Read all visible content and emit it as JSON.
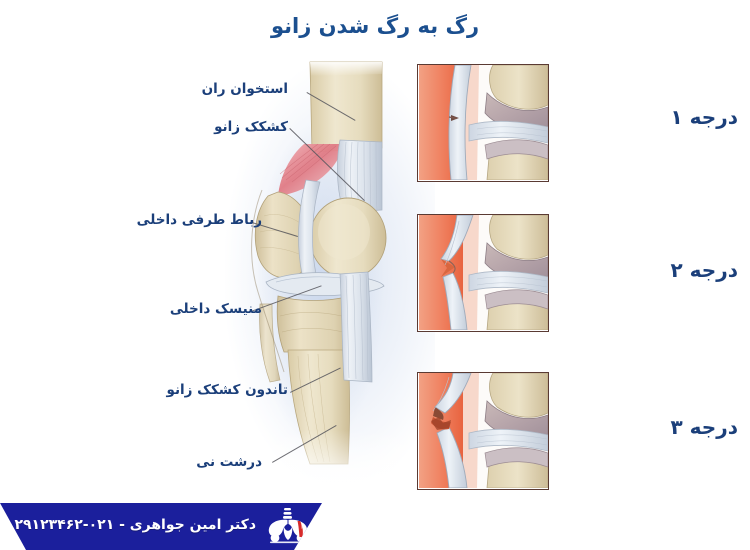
{
  "header": {
    "title": "رگ به رگ شدن زانو"
  },
  "diagram": {
    "name": "knee-anatomy-illustration",
    "labels": [
      {
        "id": "femur",
        "text": "استخوان ران"
      },
      {
        "id": "patella",
        "text": "کشکک زانو"
      },
      {
        "id": "mcl",
        "text": "رباط طرفی داخلی"
      },
      {
        "id": "medial-meniscus",
        "text": "منیسک داخلی"
      },
      {
        "id": "patellar-tendon",
        "text": "تاندون کشکک زانو"
      },
      {
        "id": "tibia",
        "text": "درشت نی"
      }
    ]
  },
  "grades": [
    {
      "id": "grade-1",
      "label": "درجه ۱"
    },
    {
      "id": "grade-2",
      "label": "درجه ۲"
    },
    {
      "id": "grade-3",
      "label": "درجه ۳"
    }
  ],
  "footer": {
    "text": "دکتر امین جواهری  -  ۰۲۱-۲۹۱۲۳۴۶۲",
    "logo_icon": "pelvis-skeleton-icon"
  },
  "colors": {
    "title_blue": "#1b4f8f",
    "label_blue": "#1b3f7a",
    "footer_blue": "#1b1f9c",
    "panel_border": "#5a3a33",
    "inflammation_orange": "#ef7f5e",
    "bone_cream": "#e8ddc3",
    "ligament_white": "#dfe6ee",
    "muscle_red": "#e0707a"
  }
}
